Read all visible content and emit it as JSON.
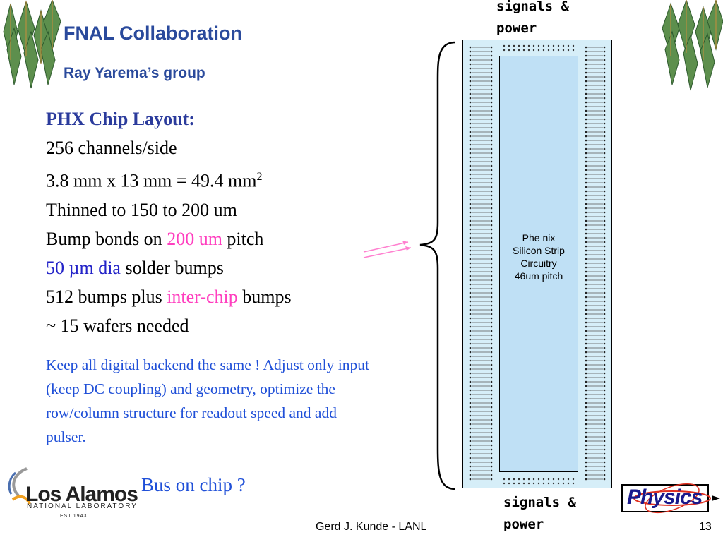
{
  "header": {
    "title": "FNAL Collaboration",
    "subtitle": "Ray Yarema’s group"
  },
  "content": {
    "heading": "PHX Chip Layout:",
    "line1": "256 channels/side",
    "line2_main": "3.8 mm x 13 mm = 49.4 mm",
    "line2_sup": "2",
    "line3": "Thinned to 150 to 200 um",
    "line4_pre": "Bump bonds on ",
    "line4_highlight": "200 um",
    "line4_post": " pitch",
    "line5_highlight": "50 µm dia",
    "line5_post": " solder bumps",
    "line6_pre": "512 bumps plus ",
    "line6_highlight": "inter-chip",
    "line6_post": " bumps",
    "line7": " ~ 15 wafers needed"
  },
  "note": "Keep all digital backend the same ! Adjust only input (keep DC coupling) and geometry, optimize the row/column structure for readout speed and add pulser.",
  "bus_question": "Bus on chip ?",
  "diagram": {
    "top_label_1": "signals &",
    "top_label_2": "power",
    "bottom_label_1": "signals &",
    "bottom_label_2": "power",
    "chip_label_1": "Phe nix",
    "chip_label_2": "Silicon Strip",
    "chip_label_3": "Circuitry",
    "chip_label_4": "46um pitch"
  },
  "footer": {
    "author": "Gerd J. Kunde - LANL",
    "page": "13"
  },
  "logos": {
    "lanl_name": "Los Alamos",
    "lanl_sub": "NATIONAL LABORATORY",
    "lanl_est": "EST.1943",
    "physics": "Physics"
  },
  "colors": {
    "title": "#2a4a9c",
    "highlight_pink": "#ff3fbf",
    "note_blue": "#2050d8",
    "chip_fill": "#bfe0f5",
    "pad_area": "#d6eef8"
  }
}
